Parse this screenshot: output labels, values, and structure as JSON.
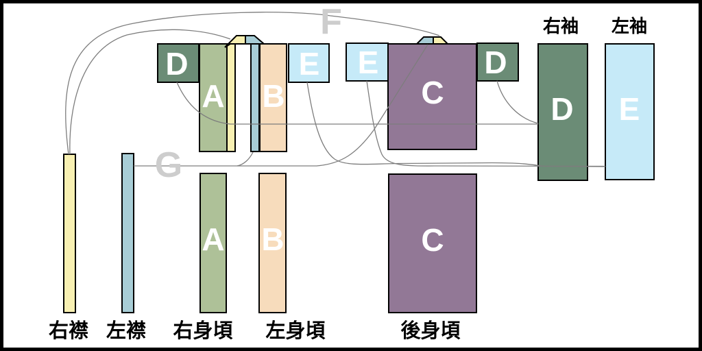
{
  "diagram_title": "kimono-panel-assembly-diagram",
  "colors": {
    "green": "#6b8c76",
    "sage": "#aec198",
    "yellow": "#f8f0b2",
    "blue": "#a8cdd6",
    "peach": "#f7dcbc",
    "cyan": "#c6eaf8",
    "purple": "#927896",
    "line": "#7d7d7d",
    "gray_letter": "#cdcdcd",
    "white": "#ffffff",
    "black": "#000000",
    "background": "#ffffff"
  },
  "front_figure": {
    "left_shoulder_letter": "D",
    "right_body_letter": "A",
    "left_body_letter": "B",
    "right_shoulder_letter": "E"
  },
  "back_figure": {
    "left_shoulder_letter": "E",
    "back_body_letter": "C",
    "right_shoulder_letter": "D"
  },
  "sleeves": {
    "right_label": "右袖",
    "right_letter": "D",
    "left_label": "左袖",
    "left_letter": "E"
  },
  "strips": {
    "right_collar_label": "右襟",
    "left_collar_label": "左襟",
    "right_body_label": "右身頃",
    "right_body_letter": "A",
    "left_body_label": "左身頃",
    "left_body_letter": "B",
    "back_body_label": "後身頃",
    "back_body_letter": "C"
  },
  "connectors": {
    "f": "F",
    "g": "G"
  }
}
